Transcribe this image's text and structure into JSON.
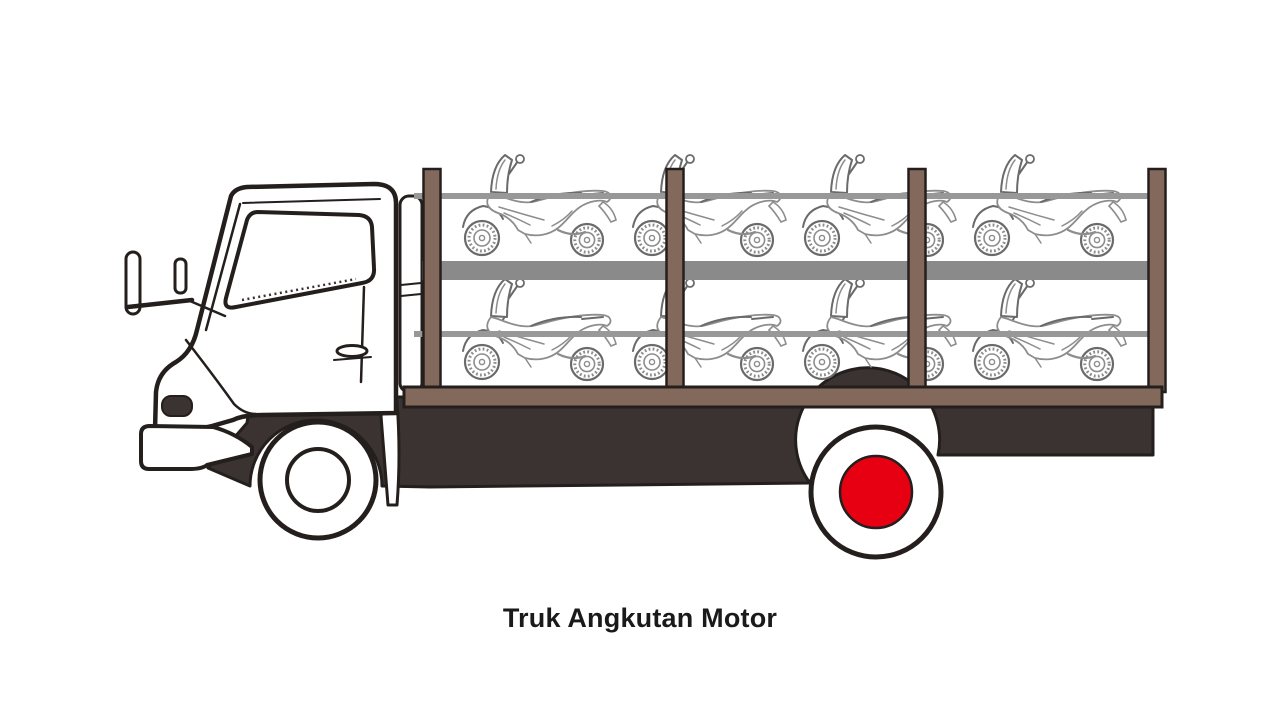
{
  "illustration": {
    "caption": "Truk Angkutan Motor",
    "alt": "Side view of a truck carrying scooters in a two-level open rack",
    "cargo": {
      "deck_levels": 2,
      "motorcycles_per_level": 4,
      "total_motorcycles": 8
    },
    "rack": {
      "vertical_posts": 4,
      "rails_per_level": 1
    },
    "truck": {
      "visible_wheels": 2,
      "rear_hub_accent": "red"
    }
  },
  "colors": {
    "background": "#ffffff",
    "outline": "#241f1c",
    "chassis": "#3a3331",
    "wood": "#82695c",
    "rail": "#989898",
    "band": "#8a8a8a",
    "hub_red": "#e60012",
    "moto_line": "#8d8d8d",
    "moto_dark": "#6a6a6a",
    "caption": "#1a1a1a",
    "cab_fill": "#ffffff"
  }
}
